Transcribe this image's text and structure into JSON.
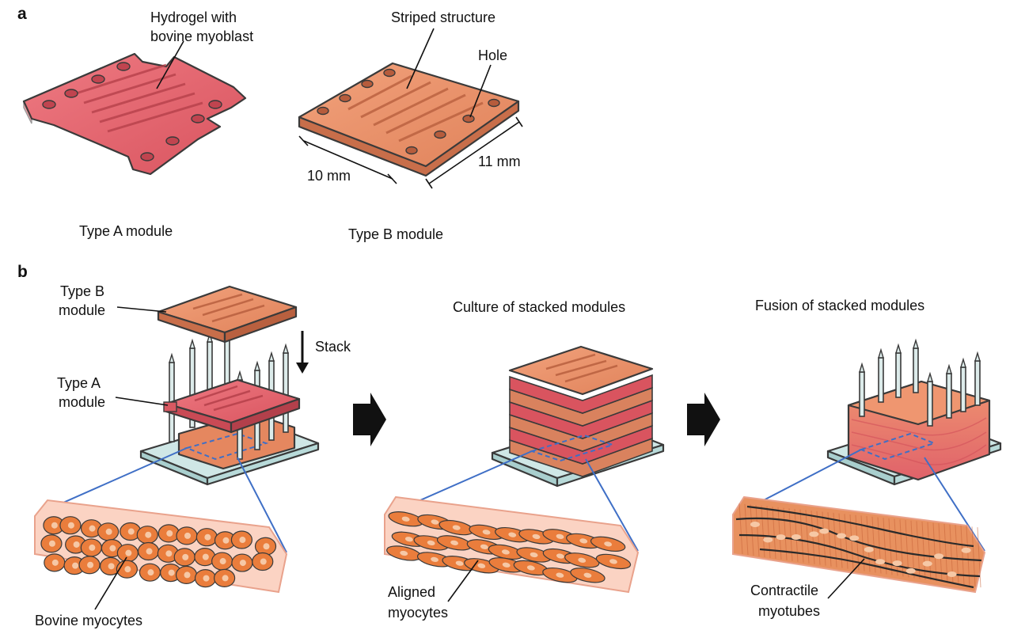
{
  "panel_a": {
    "letter": "a",
    "hydrogel_label_line1": "Hydrogel with",
    "hydrogel_label_line2": "bovine myoblast",
    "striped_label": "Striped structure",
    "hole_label": "Hole",
    "width_label": "10 mm",
    "depth_label": "11 mm",
    "type_a_caption": "Type A module",
    "type_b_caption": "Type B module"
  },
  "panel_b": {
    "letter": "b",
    "type_b_label_line1": "Type B",
    "type_b_label_line2": "module",
    "type_a_label_line1": "Type A",
    "type_a_label_line1_full": "Type A",
    "type_a_label_line2": "module",
    "stack_label": "Stack",
    "culture_title": "Culture of stacked modules",
    "fusion_title": "Fusion of stacked modules",
    "bovine_label": "Bovine myocytes",
    "aligned_label_line1": "Aligned",
    "aligned_label_line2": "myocytes",
    "contractile_label_line1": "Contractile",
    "contractile_label_line2": "myotubes"
  },
  "colors": {
    "type_a_pink": "#e0646e",
    "type_b_orange": "#e9916a",
    "glass_base": "#cfe7e6",
    "zoom_line": "#3f6fc6",
    "cell_orange": "#ea7d3c",
    "nucleus": "#f6c8a6",
    "tissue_bg": "#fbd3c3"
  }
}
